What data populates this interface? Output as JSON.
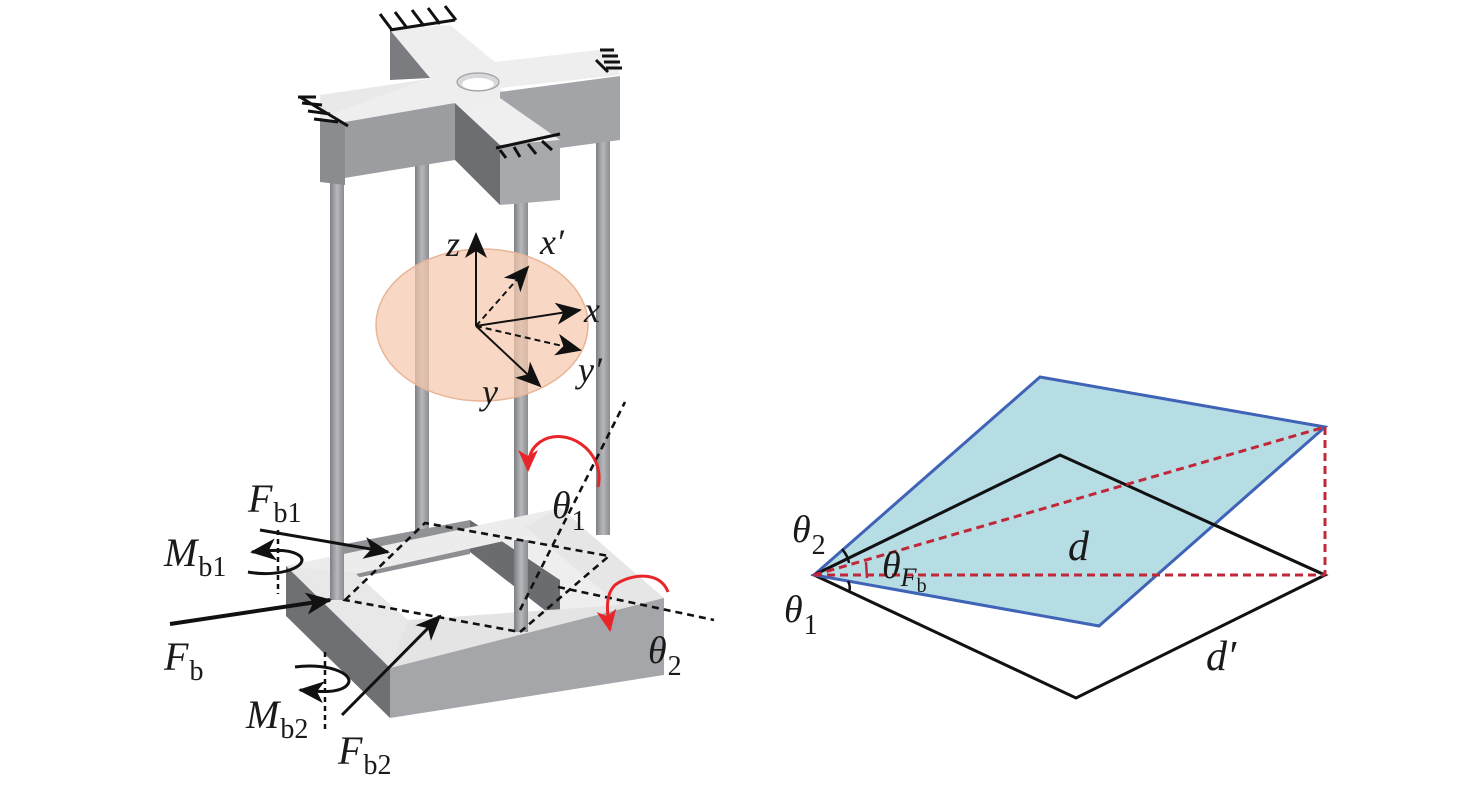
{
  "figure": {
    "left_panel": {
      "name": "flexure-mechanism-3d",
      "labels": {
        "z": "z",
        "x_prime": "x′",
        "x": "x",
        "y_prime": "y′",
        "y": "y",
        "theta1": {
          "main": "θ",
          "sub": "1"
        },
        "theta2": {
          "main": "θ",
          "sub": "2"
        },
        "Fb1": {
          "main": "F",
          "sub": "b1"
        },
        "Mb1": {
          "main": "M",
          "sub": "b1"
        },
        "Fb": {
          "main": "F",
          "sub": "b"
        },
        "Mb2": {
          "main": "M",
          "sub": "b2"
        },
        "Fb2": {
          "main": "F",
          "sub": "b2"
        }
      }
    },
    "right_panel": {
      "name": "plane-geometry",
      "labels": {
        "theta2": {
          "main": "θ",
          "sub": "2"
        },
        "theta1": {
          "main": "θ",
          "sub": "1"
        },
        "thetaFb": {
          "main": "θ",
          "sub_main": "F",
          "sub_sub": "b"
        },
        "d": "d",
        "d_prime": "d′"
      }
    },
    "colors": {
      "plane_fill": "#a9d6df",
      "plane_edge": "#3f63b6",
      "red_dash": "#c0283a",
      "rotation_arrow": "#e8262a",
      "ellipse": "#f5c9ad",
      "dark": "#111111"
    }
  }
}
